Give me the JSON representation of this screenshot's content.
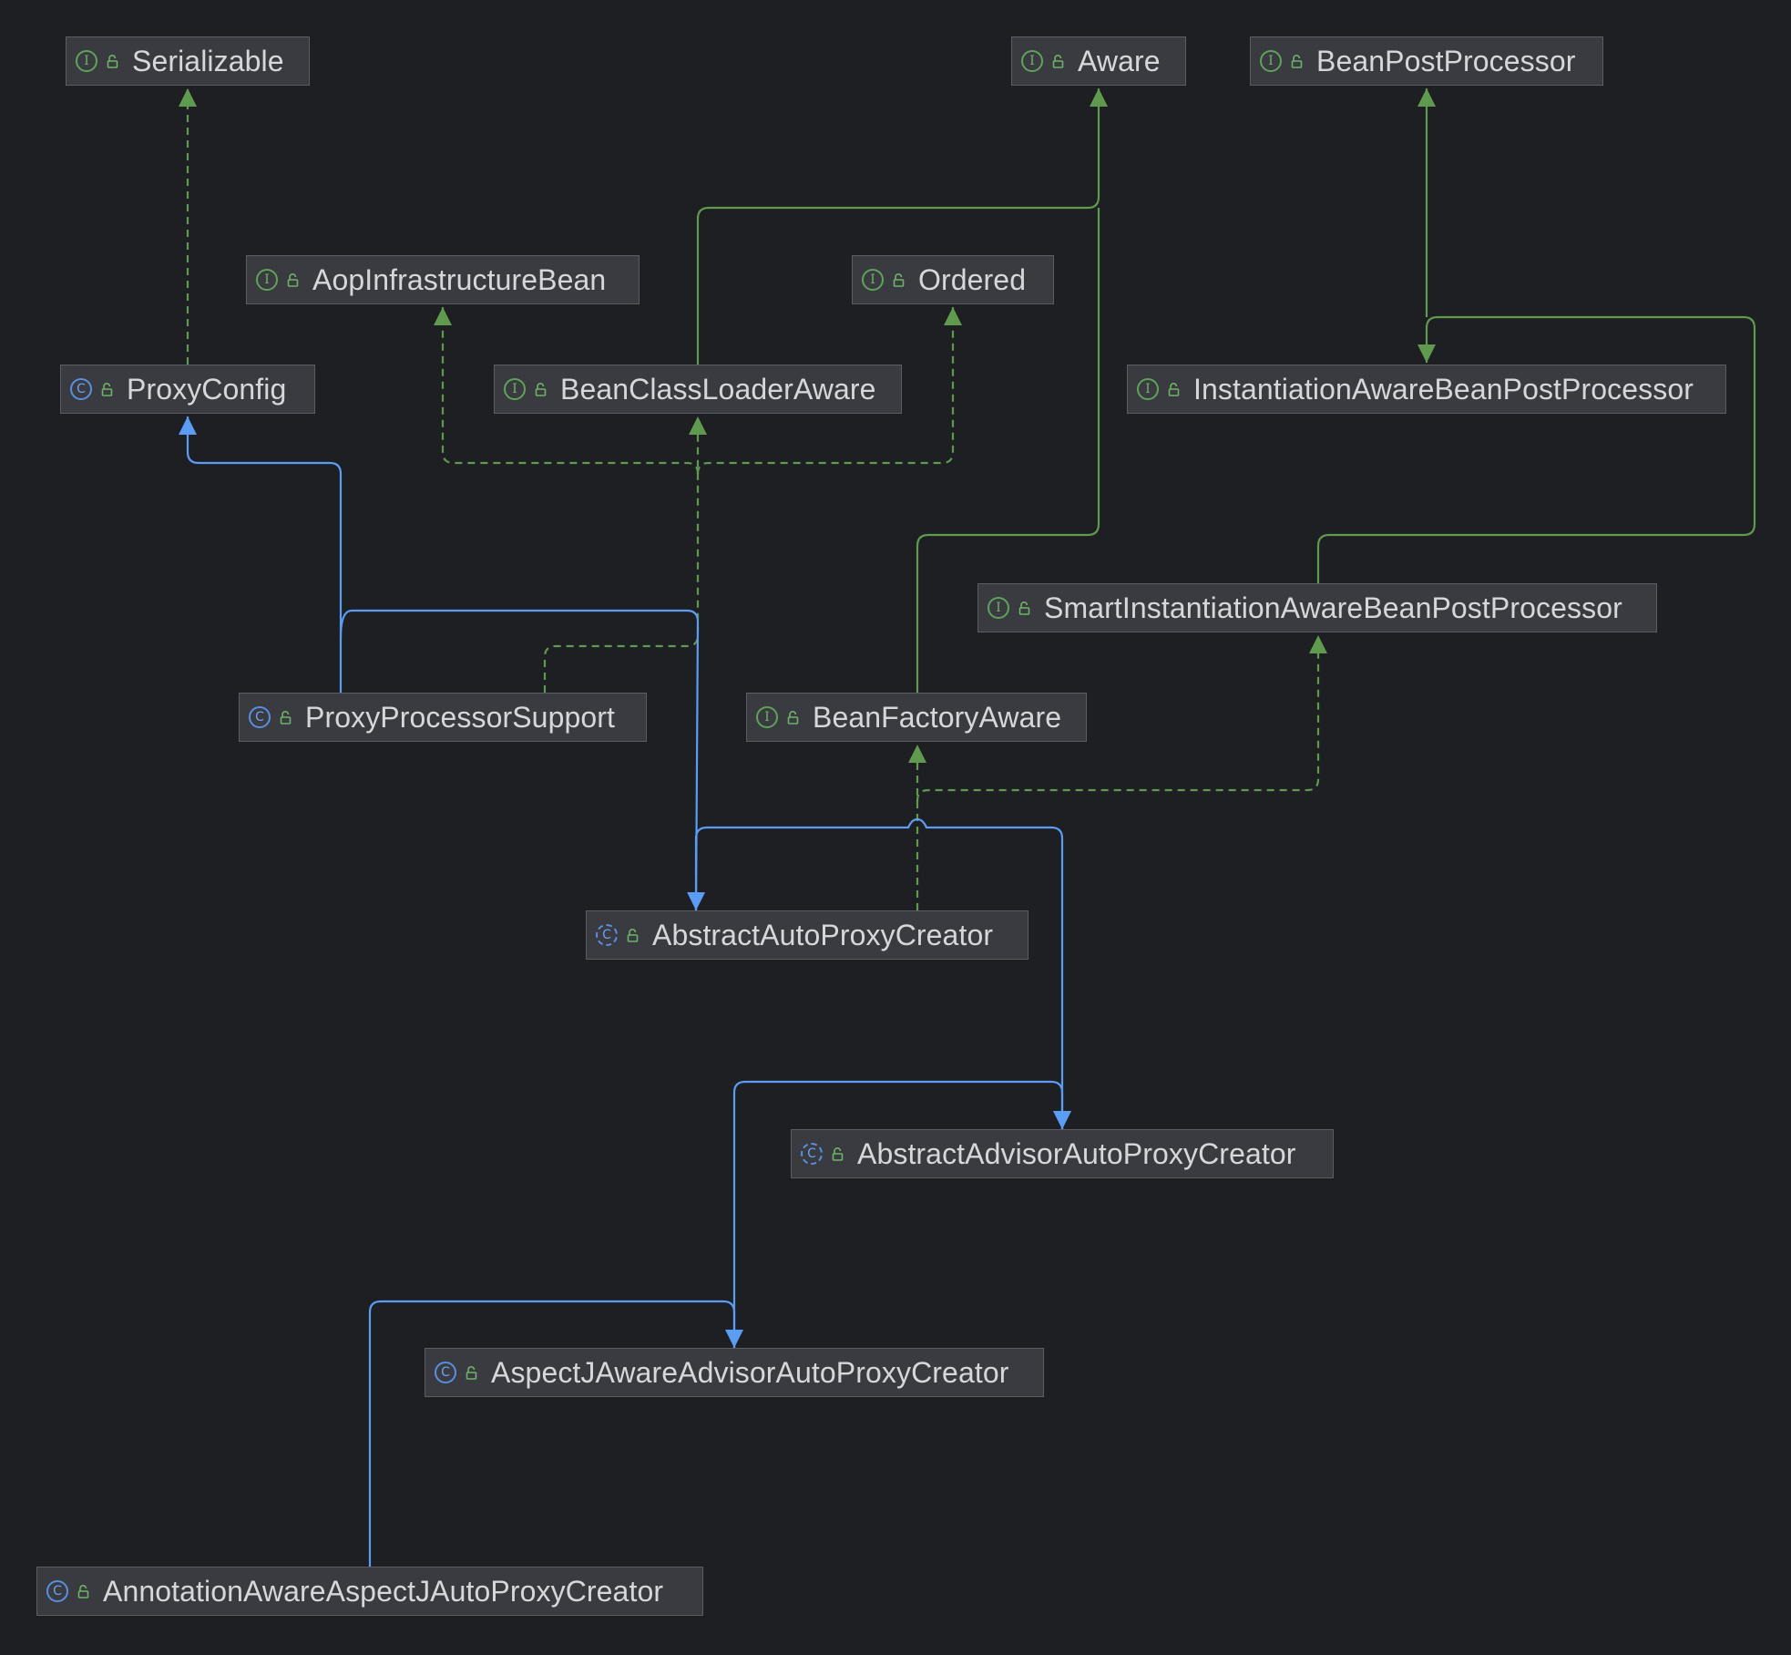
{
  "colors": {
    "background": "#1e1f22",
    "node_fill": "#393b40",
    "node_border": "#5a5d63",
    "text": "#d6d7da",
    "interface_edge": "#5f9a4f",
    "class_edge": "#5b9cf5"
  },
  "legend": {
    "interface_badge": "I",
    "class_badge": "C",
    "abstract_class_badge": "C",
    "public_modifier_icon": "unlock-icon"
  },
  "nodes": {
    "serializable": {
      "name": "Serializable",
      "kind": "interface"
    },
    "aware": {
      "name": "Aware",
      "kind": "interface"
    },
    "bean_post_processor": {
      "name": "BeanPostProcessor",
      "kind": "interface"
    },
    "aop_infrastructure_bean": {
      "name": "AopInfrastructureBean",
      "kind": "interface"
    },
    "ordered": {
      "name": "Ordered",
      "kind": "interface"
    },
    "proxy_config": {
      "name": "ProxyConfig",
      "kind": "class"
    },
    "bean_class_loader_aware": {
      "name": "BeanClassLoaderAware",
      "kind": "interface"
    },
    "instantiation_aware_bpp": {
      "name": "InstantiationAwareBeanPostProcessor",
      "kind": "interface"
    },
    "smart_instantiation_aware_bpp": {
      "name": "SmartInstantiationAwareBeanPostProcessor",
      "kind": "interface"
    },
    "proxy_processor_support": {
      "name": "ProxyProcessorSupport",
      "kind": "class"
    },
    "bean_factory_aware": {
      "name": "BeanFactoryAware",
      "kind": "interface"
    },
    "abstract_auto_proxy_creator": {
      "name": "AbstractAutoProxyCreator",
      "kind": "abstract"
    },
    "abstract_advisor_auto_proxy_creator": {
      "name": "AbstractAdvisorAutoProxyCreator",
      "kind": "abstract"
    },
    "aspectj_aware_advisor_auto_proxy_creator": {
      "name": "AspectJAwareAdvisorAutoProxyCreator",
      "kind": "class"
    },
    "annotation_aware_aspectj_auto_proxy_creator": {
      "name": "AnnotationAwareAspectJAutoProxyCreator",
      "kind": "class"
    }
  },
  "edges": [
    {
      "from": "ProxyConfig",
      "to": "Serializable",
      "type": "implements"
    },
    {
      "from": "BeanClassLoaderAware",
      "to": "Aware",
      "type": "extends"
    },
    {
      "from": "BeanFactoryAware",
      "to": "Aware",
      "type": "extends"
    },
    {
      "from": "InstantiationAwareBeanPostProcessor",
      "to": "BeanPostProcessor",
      "type": "extends"
    },
    {
      "from": "SmartInstantiationAwareBeanPostProcessor",
      "to": "InstantiationAwareBeanPostProcessor",
      "type": "extends"
    },
    {
      "from": "ProxyProcessorSupport",
      "to": "ProxyConfig",
      "type": "extends"
    },
    {
      "from": "ProxyProcessorSupport",
      "to": "AopInfrastructureBean",
      "type": "implements"
    },
    {
      "from": "ProxyProcessorSupport",
      "to": "BeanClassLoaderAware",
      "type": "implements"
    },
    {
      "from": "ProxyProcessorSupport",
      "to": "Ordered",
      "type": "implements"
    },
    {
      "from": "AbstractAutoProxyCreator",
      "to": "ProxyProcessorSupport",
      "type": "extends"
    },
    {
      "from": "AbstractAutoProxyCreator",
      "to": "BeanFactoryAware",
      "type": "implements"
    },
    {
      "from": "AbstractAutoProxyCreator",
      "to": "SmartInstantiationAwareBeanPostProcessor",
      "type": "implements"
    },
    {
      "from": "AbstractAdvisorAutoProxyCreator",
      "to": "AbstractAutoProxyCreator",
      "type": "extends"
    },
    {
      "from": "AspectJAwareAdvisorAutoProxyCreator",
      "to": "AbstractAdvisorAutoProxyCreator",
      "type": "extends"
    },
    {
      "from": "AnnotationAwareAspectJAutoProxyCreator",
      "to": "AspectJAwareAdvisorAutoProxyCreator",
      "type": "extends"
    }
  ]
}
